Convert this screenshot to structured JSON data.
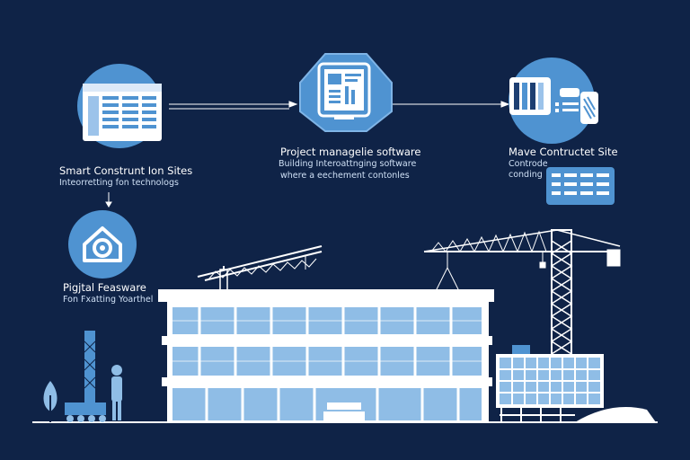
{
  "colors": {
    "background": "#0f2347",
    "accent": "#4f93d1",
    "glass": "#8fbde6",
    "white": "#ffffff"
  },
  "nodes": [
    {
      "icon": "document-grid-icon",
      "title": "Smart Construnt Ion Sites",
      "subtitle": "Inteorretting fon technologs"
    },
    {
      "icon": "tablet-dashboard-icon",
      "title": "Project managelie software",
      "subtitle_1": "Building Interoattnging software",
      "subtitle_2": "where a eechement contonles"
    },
    {
      "icon": "bar-chart-panel-icon",
      "title": "Mave Contructet Site",
      "subtitle_1": "Controde",
      "subtitle_2": "conding"
    },
    {
      "icon": "house-gear-icon",
      "title": "Pigjtal Feasware",
      "subtitle": "Fon Fxatting Yoarthel"
    }
  ]
}
